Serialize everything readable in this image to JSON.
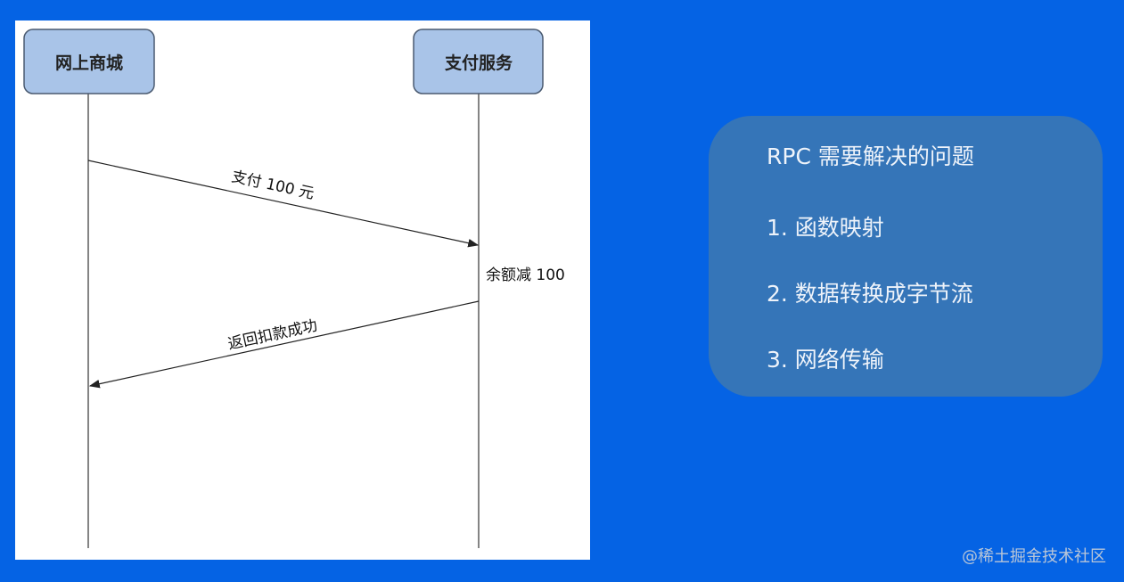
{
  "diagram": {
    "actors": [
      {
        "label": "网上商城"
      },
      {
        "label": "支付服务"
      }
    ],
    "messages": [
      {
        "label": "支付 100 元",
        "from": "网上商城",
        "to": "支付服务"
      },
      {
        "label": "返回扣款成功",
        "from": "支付服务",
        "to": "网上商城"
      }
    ],
    "note": "余额减 100",
    "colors": {
      "actor_fill": "#a9c4e8",
      "actor_stroke": "#4a5a70",
      "background": "#0563e4",
      "card": "#3575b8"
    }
  },
  "card": {
    "title": "RPC 需要解决的问题",
    "items": [
      "1. 函数映射",
      "2. 数据转换成字节流",
      "3. 网络传输"
    ]
  },
  "watermark": "@稀土掘金技术社区"
}
